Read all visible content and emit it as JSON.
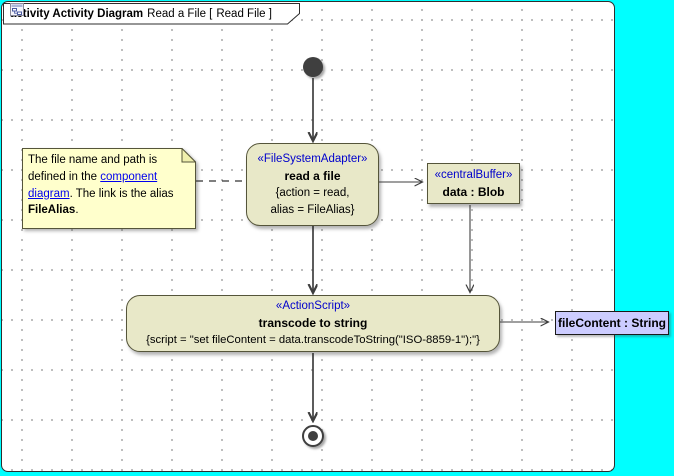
{
  "frame": {
    "keyword": "activity Activity Diagram",
    "diagram_name": "Read a File [",
    "frame_name": "Read File ]",
    "icon": "activity-diagram-icon"
  },
  "note": {
    "text_before_link": "The file name and path is defined in the ",
    "link_text": "component diagram",
    "text_after_link": ". The link is the alias ",
    "bold_text": "FileAlias",
    "text_end": "."
  },
  "nodes": {
    "read_file": {
      "stereotype": "«FileSystemAdapter»",
      "name": "read a file",
      "spec_line1": "{action = read,",
      "spec_line2": "alias = FileAlias}"
    },
    "central_buffer": {
      "stereotype": "«centralBuffer»",
      "name": "data : Blob"
    },
    "transcode": {
      "stereotype": "«ActionScript»",
      "name": "transcode to string",
      "spec": "{script = \"set fileContent = data.transcodeToString(\"ISO-8859-1\");\"}"
    },
    "file_content": {
      "label": "fileContent : String"
    }
  },
  "colors": {
    "outside_background": "#00FFFF",
    "node_fill": "#E8E8C8",
    "note_fill": "#FFFFCC",
    "object_node_fill": "#CCCCFF",
    "stereotype_text": "#0000CC",
    "link_text": "#0000EE",
    "edge_color": "#3f3f3f"
  }
}
